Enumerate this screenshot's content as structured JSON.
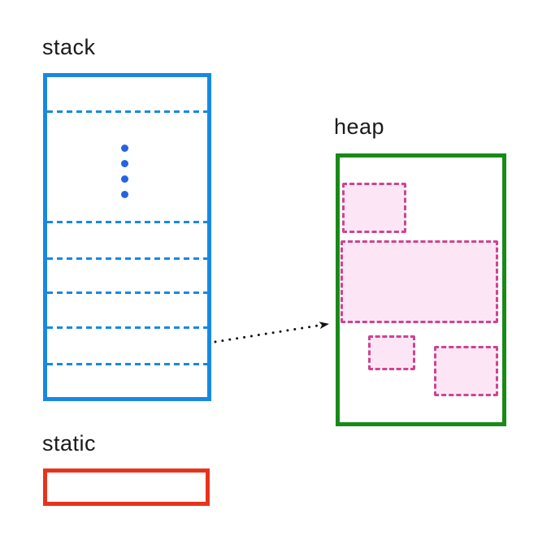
{
  "labels": {
    "stack": "stack",
    "heap": "heap",
    "static": "static"
  },
  "stack": {
    "frame_divider_count": 6,
    "ellipsis_dot_count": 4
  },
  "heap": {
    "allocation_block_count": 4
  },
  "arrow": {
    "style": "dotted",
    "from": "stack-region",
    "to": "heap-region"
  },
  "icons": {
    "arrowhead": "arrowhead-icon"
  },
  "colors": {
    "background": "#ffffff",
    "label-text": "#1a1a1a",
    "stack-border": "#1789e4",
    "stack-divider": "#1789e4",
    "ellipsis-dot": "#2563e0",
    "heap-border": "#188a18",
    "allocation-border": "#cc4590",
    "allocation-fill": "#fce6f5",
    "static-border": "#e8331c",
    "arrow": "#111111"
  }
}
